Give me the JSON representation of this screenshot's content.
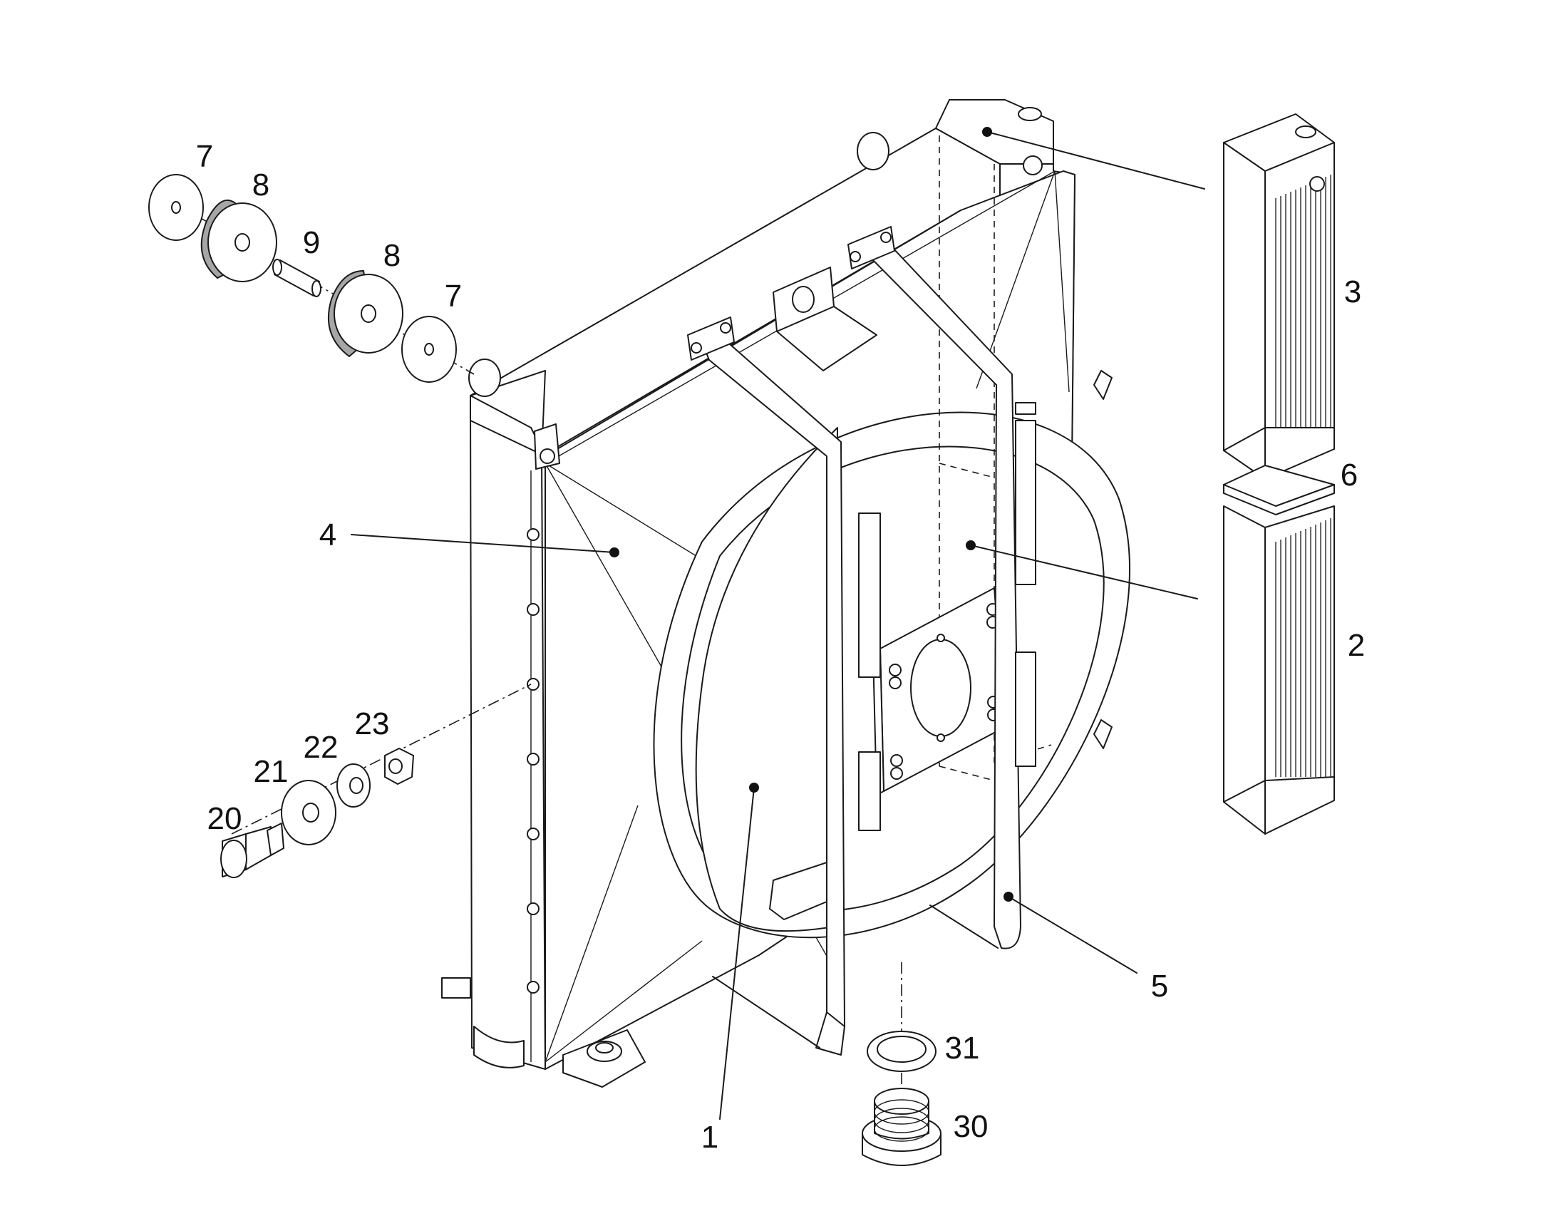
{
  "callouts": [
    {
      "number": "1"
    },
    {
      "number": "2"
    },
    {
      "number": "3"
    },
    {
      "number": "4"
    },
    {
      "number": "5"
    },
    {
      "number": "6"
    },
    {
      "number": "7"
    },
    {
      "number": "7"
    },
    {
      "number": "8"
    },
    {
      "number": "8"
    },
    {
      "number": "9"
    },
    {
      "number": "20"
    },
    {
      "number": "21"
    },
    {
      "number": "22"
    },
    {
      "number": "23"
    },
    {
      "number": "30"
    },
    {
      "number": "31"
    }
  ],
  "colors": {
    "line": "#1a1a1a",
    "rubber_fill": "#a6a6a6",
    "background": "#ffffff"
  },
  "icons": [
    "radiator-assembly",
    "hydraulic-cooler-core",
    "water-cooler-core",
    "fan-shroud",
    "mounting-frame",
    "rubber-mount",
    "bolt",
    "washer",
    "nut",
    "drain-plug",
    "seal-ring"
  ]
}
